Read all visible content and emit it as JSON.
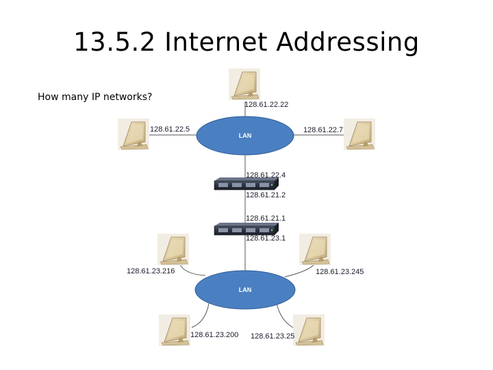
{
  "slide": {
    "title": "13.5.2 Internet Addressing",
    "question": "How many IP networks?"
  },
  "diagram": {
    "lans": [
      {
        "id": "lan-top",
        "label": "LAN"
      },
      {
        "id": "lan-bottom",
        "label": "LAN"
      }
    ],
    "routers": [
      {
        "id": "router-1",
        "icon": "router-icon"
      },
      {
        "id": "router-2",
        "icon": "router-icon"
      }
    ],
    "hosts": [
      {
        "id": "host-top",
        "icon": "computer-icon"
      },
      {
        "id": "host-top-left",
        "icon": "computer-icon"
      },
      {
        "id": "host-top-right",
        "icon": "computer-icon"
      },
      {
        "id": "host-bottom-upper-left",
        "icon": "computer-icon"
      },
      {
        "id": "host-bottom-upper-right",
        "icon": "computer-icon"
      },
      {
        "id": "host-bottom-lower-left",
        "icon": "computer-icon"
      },
      {
        "id": "host-bottom-lower-right",
        "icon": "computer-icon"
      }
    ],
    "addresses": {
      "host_top": "128.61.22.22",
      "host_top_left": "128.61.22.5",
      "host_top_right": "128.61.22.7",
      "router1_upper": "128.61.22.4",
      "router1_lower": "128.61.21.2",
      "router2_upper": "128.61.21.1",
      "router2_lower": "128.61.23.1",
      "host_bottom_upper_left": "128.61.23.216",
      "host_bottom_upper_right": "128.61.23.245",
      "host_bottom_lower_left": "128.61.23.200",
      "host_bottom_lower_right": "128.61.23.25"
    },
    "colors": {
      "lan_fill": "#4a7fc1",
      "lan_stroke": "#2f5e96",
      "link": "#555555",
      "router_body": "#2b3140"
    }
  }
}
